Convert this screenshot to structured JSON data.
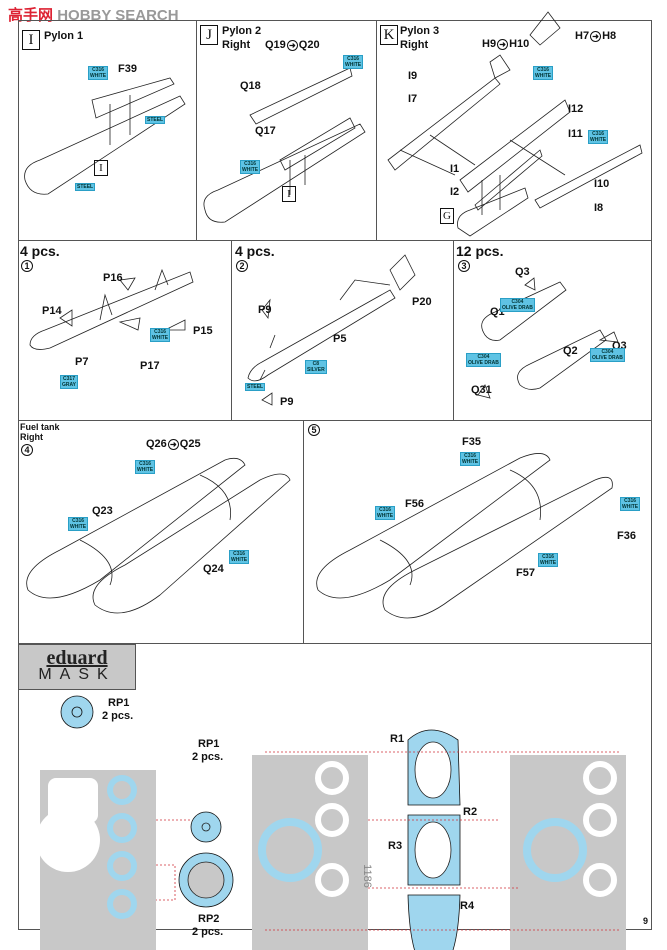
{
  "watermark": {
    "cn": "高手网",
    "en": "HOBBY SEARCH"
  },
  "page_number": "9",
  "pylon1": {
    "letter": "I",
    "title": "Pylon 1",
    "parts": {
      "f39": "F39"
    },
    "sub_letter": "I"
  },
  "pylon2": {
    "letter": "J",
    "title": "Pylon 2",
    "side": "Right",
    "q19": "Q19",
    "q20": "Q20",
    "q18": "Q18",
    "q17": "Q17",
    "sub_letter": "I"
  },
  "pylon3": {
    "letter": "K",
    "title": "Pylon 3",
    "side": "Right",
    "h9": "H9",
    "h10": "H10",
    "h7": "H7",
    "h8": "H8",
    "i9": "I9",
    "i7": "I7",
    "i12": "I12",
    "i11": "I11",
    "i1": "I1",
    "i2": "I2",
    "i10": "I10",
    "i8": "I8",
    "sub_letter": "G"
  },
  "step1": {
    "count": "4 pcs.",
    "num": "1",
    "p16": "P16",
    "p14": "P14",
    "p15": "P15",
    "p7": "P7",
    "p17": "P17"
  },
  "step2": {
    "count": "4 pcs.",
    "num": "2",
    "p9a": "P9",
    "p9b": "P9",
    "p5": "P5",
    "p20": "P20"
  },
  "step3": {
    "count": "12 pcs.",
    "num": "3",
    "q3a": "Q3",
    "q3b": "Q3",
    "q1": "Q1",
    "q2": "Q2",
    "q31": "Q31"
  },
  "step4": {
    "title": "Fuel tank",
    "side": "Right",
    "num": "4",
    "q26": "Q26",
    "q25": "Q25",
    "q23": "Q23",
    "q24": "Q24"
  },
  "step5": {
    "num": "5",
    "f35": "F35",
    "f56": "F56",
    "f36": "F36",
    "f57": "F57"
  },
  "paints": {
    "white": "C316\nWHITE",
    "steel": "STEEL",
    "gray": "C317\nGRAY",
    "silver": "C8\nSILVER",
    "olive": "C304\nOLIVE DRAB"
  },
  "mask": {
    "brand": "eduard",
    "word": "MASK",
    "rp1a": "RP1",
    "rp1a_qty": "2 pcs.",
    "rp1b": "RP1",
    "rp1b_qty": "2 pcs.",
    "rp2": "RP2",
    "rp2_qty": "2 pcs.",
    "r1": "R1",
    "r2": "R2",
    "r3": "R3",
    "r4": "R4",
    "sheet_code": "1186"
  },
  "colors": {
    "paint_callout": "#5fc3e4",
    "mask_blue": "#9fd6ee",
    "mask_sheet": "#c8c8c8",
    "leader_red": "#d0303a"
  }
}
